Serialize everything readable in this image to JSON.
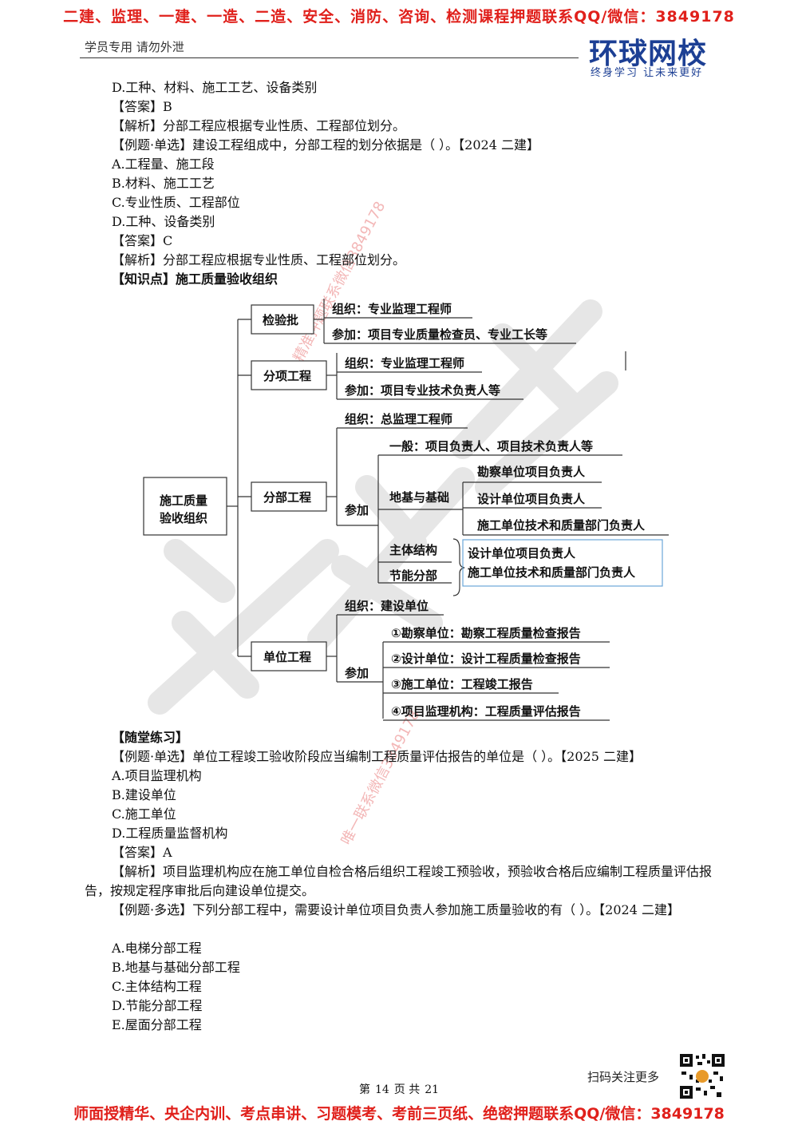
{
  "banner_top": "二建、监理、一建、一造、二造、安全、消防、咨询、检测课程押题联系QQ/微信：3849178",
  "header": {
    "left_text": "学员专用 请勿外泄",
    "logo_name": "环球网校",
    "logo_slogan": "终身学习 让未来更好"
  },
  "body_lines": [
    "D.工种、材料、施工工艺、设备类别",
    "【答案】B",
    "【解析】分部工程应根据专业性质、工程部位划分。",
    "【例题·单选】建设工程组成中，分部工程的划分依据是（ ）。【2024 二建】",
    "A.工程量、施工段",
    "B.材料、施工工艺",
    "C.专业性质、工程部位",
    "D.工种、设备类别",
    "【答案】C",
    "【解析】分部工程应根据专业性质、工程部位划分。",
    "【知识点】施工质量验收组织"
  ],
  "diagram": {
    "root": "施工质量验收组织",
    "root_line1": "施工质量",
    "root_line2": "验收组织",
    "jianyanpi": {
      "label": "检验批",
      "org": "组织：专业监理工程师",
      "join": "参加：项目专业质量检查员、专业工长等"
    },
    "fenxiang": {
      "label": "分项工程",
      "org": "组织：专业监理工程师",
      "join": "参加：项目专业技术负责人等"
    },
    "fenbu": {
      "label": "分部工程",
      "org": "组织：总监理工程师",
      "join_label": "参加",
      "general": "一般：项目负责人、项目技术负责人等",
      "foundation_label": "地基与基础",
      "foundation_items": [
        "勘察单位项目负责人",
        "设计单位项目负责人",
        "施工单位技术和质量部门负责人"
      ],
      "main_structure": "主体结构",
      "energy": "节能分部",
      "structure_items": [
        "设计单位项目负责人",
        "施工单位技术和质量部门负责人"
      ]
    },
    "danwei": {
      "label": "单位工程",
      "org": "组织：建设单位",
      "join_label": "参加",
      "items": [
        "①勘察单位：勘察工程质量检查报告",
        "②设计单位：设计工程质量检查报告",
        "③施工单位：工程竣工报告",
        "④项目监理机构：工程质量评估报告"
      ]
    }
  },
  "watermark": {
    "text1": "精准押题联系微信3849178",
    "text2": "唯一联系微信3849178"
  },
  "practice": {
    "title": "【随堂练习】",
    "q1": "【例题·单选】单位工程竣工验收阶段应当编制工程质量评估报告的单位是（ ）。【2025 二建】",
    "q1_options": [
      "A.项目监理机构",
      "B.建设单位",
      "C.施工单位",
      "D.工程质量监督机构"
    ],
    "q1_answer": "【答案】A",
    "q1_analysis": "【解析】项目监理机构应在施工单位自检合格后组织工程竣工预验收，预验收合格后应编制工程质量评估报告，按规定程序审批后向建设单位提交。",
    "q2": "【例题·多选】下列分部工程中，需要设计单位项目负责人参加施工质量验收的有（ ）。【2024 二建】",
    "q2_options": [
      "A.电梯分部工程",
      "B.地基与基础分部工程",
      "C.主体结构工程",
      "D.节能分部工程",
      "E.屋面分部工程"
    ]
  },
  "footer": {
    "scan_text": "扫码关注更多",
    "page_prefix": "第",
    "page_num": "14",
    "page_mid": "页 共",
    "page_total": "21",
    "banner_bottom": "师面授精华、央企内训、考点串讲、习题模考、考前三页纸、绝密押题联系QQ/微信：3849178"
  }
}
